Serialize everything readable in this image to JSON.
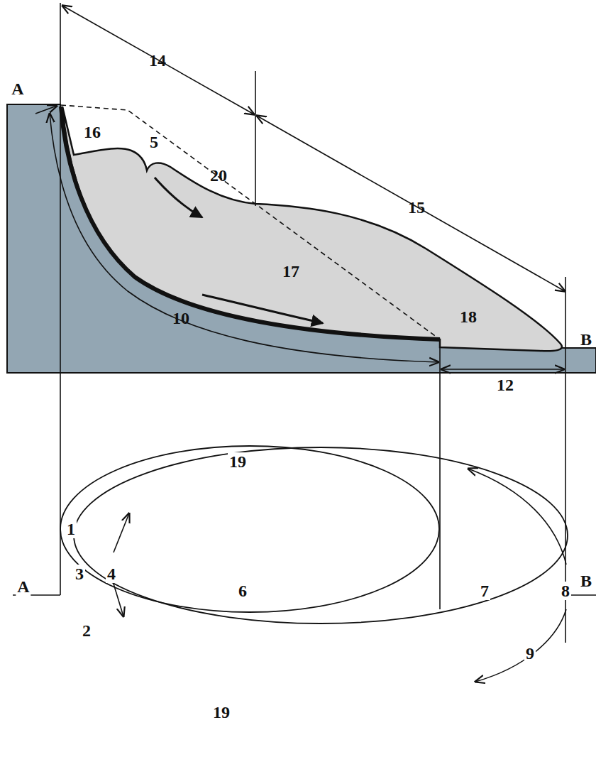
{
  "diagram": {
    "labels": [
      "A",
      "14",
      "16",
      "5",
      "20",
      "15",
      "17",
      "18",
      "B",
      "10",
      "12",
      "19",
      "1",
      "A",
      "3",
      "4",
      "6",
      "7",
      "8",
      "B",
      "2",
      "9",
      "19"
    ]
  }
}
